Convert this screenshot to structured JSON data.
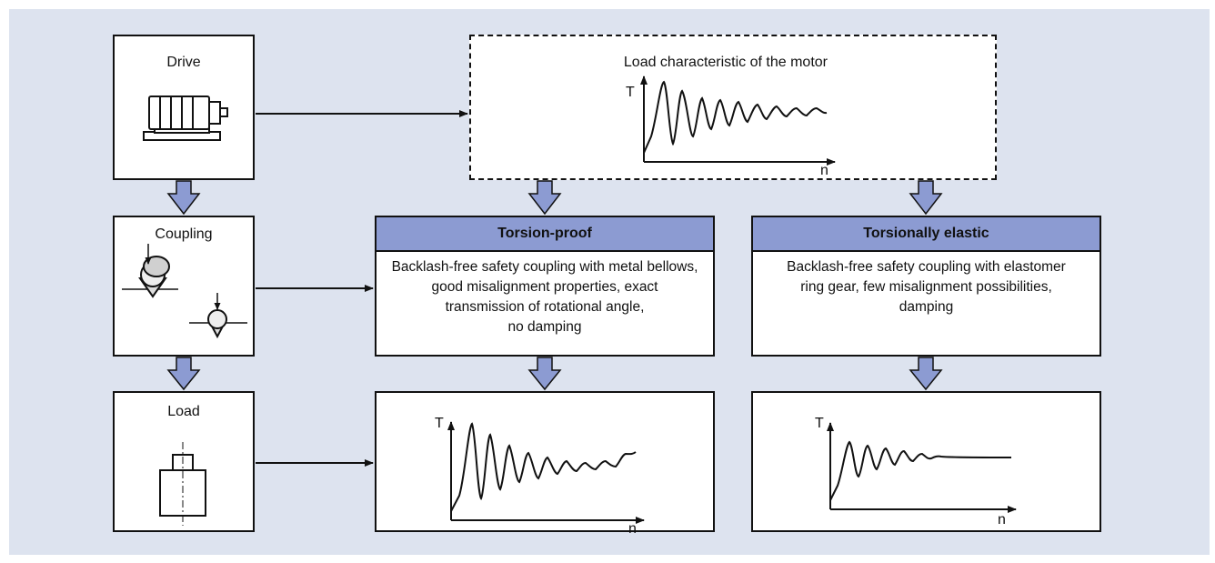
{
  "left_column": {
    "drive_title": "Drive",
    "coupling_title": "Coupling",
    "load_title": "Load"
  },
  "motor_box": {
    "title": "Load characteristic of the motor",
    "y_axis": "T",
    "x_axis": "n"
  },
  "torsion_proof": {
    "header": "Torsion-proof",
    "description": "Backlash-free safety coupling with metal bellows,\ngood misalignment properties, exact\ntransmission of rotational angle,\nno damping",
    "y_axis": "T",
    "x_axis": "n"
  },
  "torsionally_elastic": {
    "header": "Torsionally elastic",
    "description": "Backlash-free safety coupling with elastomer\nring gear, few misalignment possibilities,\ndamping",
    "y_axis": "T",
    "x_axis": "n"
  },
  "colors": {
    "background": "#dde3ef",
    "header_fill": "#8c9bd2",
    "block_arrow_fill": "#8c9bd2",
    "line": "#111111"
  },
  "icons": [
    "motor-icon",
    "coupling-icon",
    "coupling-small-icon",
    "load-icon"
  ]
}
